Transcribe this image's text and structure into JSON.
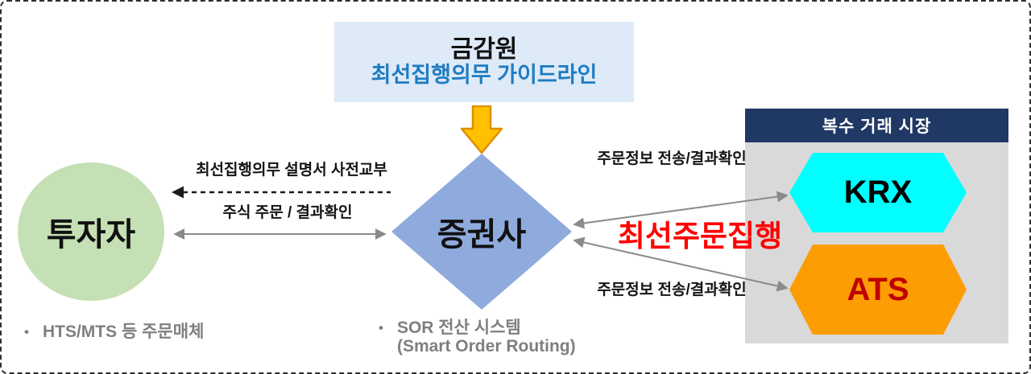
{
  "colors": {
    "regulator_box_bg": "#DEEAF7",
    "regulator_subtitle": "#1E7CC2",
    "down_arrow_fill": "#FFC000",
    "down_arrow_stroke": "#DE8F00",
    "diamond_fill": "#8FAADC",
    "investor_circle_fill": "#C5E0B4",
    "panel_header_bg": "#1F3864",
    "panel_header_text": "#FFFFFF",
    "panel_body_bg": "#D9D9D9",
    "krx_fill": "#00FFFF",
    "krx_text": "#000000",
    "ats_fill": "#FC9D03",
    "ats_text": "#C00000",
    "best_execution_text": "#FF0000",
    "gray_arrow": "#8A8A8A",
    "dashed_arrow": "#1A1A1A",
    "note_text": "#7F7F7F"
  },
  "regulator_box": {
    "title": "금감원",
    "subtitle": "최선집행의무 가이드라인"
  },
  "investor": {
    "label": "투자자"
  },
  "broker": {
    "label": "증권사"
  },
  "flows": {
    "predisclosure_label": "최선집행의무 설명서 사전교부",
    "stock_order_label": "주식 주문 / 결과확인",
    "order_info_top_label": "주문정보 전송/결과확인",
    "order_info_bottom_label": "주문정보 전송/결과확인",
    "best_execution_label": "최선주문집행"
  },
  "market_panel": {
    "title": "복수 거래 시장",
    "venues": [
      {
        "label": "KRX"
      },
      {
        "label": "ATS"
      }
    ]
  },
  "notes": [
    {
      "bullet": "•",
      "lines": [
        "HTS/MTS 등 주문매체"
      ]
    },
    {
      "bullet": "•",
      "lines": [
        "SOR 전산 시스템",
        "(Smart Order Routing)"
      ]
    }
  ]
}
